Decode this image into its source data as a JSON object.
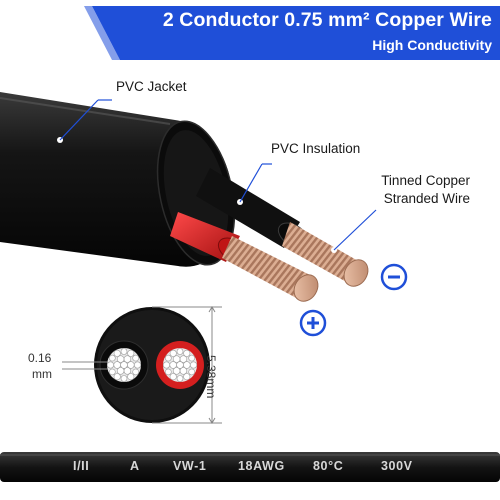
{
  "banner": {
    "title": "2 Conductor 0.75 mm² Copper Wire",
    "subtitle": "High Conductivity"
  },
  "callouts": {
    "jacket": "PVC Jacket",
    "insulation": "PVC Insulation",
    "strand_line1": "Tinned Copper",
    "strand_line2": "Stranded Wire"
  },
  "polarity": {
    "negative": "−",
    "positive": "+"
  },
  "dimensions": {
    "thickness_value": "0.16",
    "thickness_unit": "mm",
    "diameter": "5.38mm"
  },
  "cable_print": [
    "I/II",
    "A",
    "VW-1",
    "18AWG",
    "80°C",
    "300V"
  ],
  "colors": {
    "accent_blue": "#1f4fd8",
    "jacket_black": "#111111",
    "insulation_red": "#d41f1f",
    "copper": "#d7a58a"
  },
  "icons": [
    "negative-sign-icon",
    "positive-sign-icon"
  ]
}
